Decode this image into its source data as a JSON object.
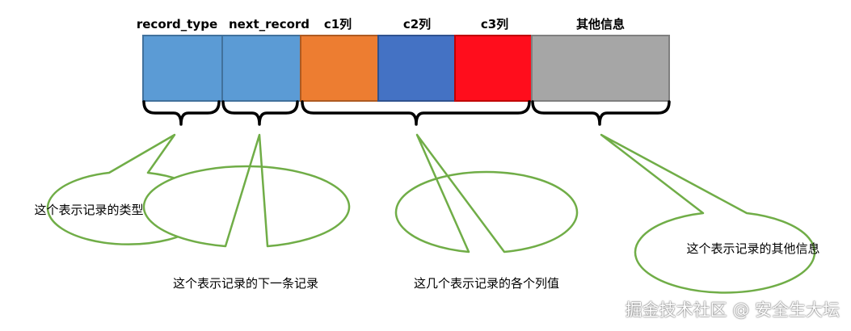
{
  "fields": [
    {
      "name": "record_type",
      "color": "#5b9bd5"
    },
    {
      "name": "next_record",
      "color": "#5b9bd5"
    },
    {
      "name": "c1列",
      "color": "#ed7d31"
    },
    {
      "name": "c2列",
      "color": "#4472c4"
    },
    {
      "name": "c3列",
      "color": "#ff0d1c"
    },
    {
      "name": "其他信息",
      "color": "#a6a6a6"
    }
  ],
  "callouts": [
    {
      "text": "这个表示记录的类型"
    },
    {
      "text": "这个表示记录的下一条记录"
    },
    {
      "text": "这几个表示记录的各个列值"
    },
    {
      "text": "这个表示记录的其他信息"
    }
  ],
  "callout_border_color": "#70ad47",
  "watermark": "掘金技术社区 @ 安全生大坛"
}
